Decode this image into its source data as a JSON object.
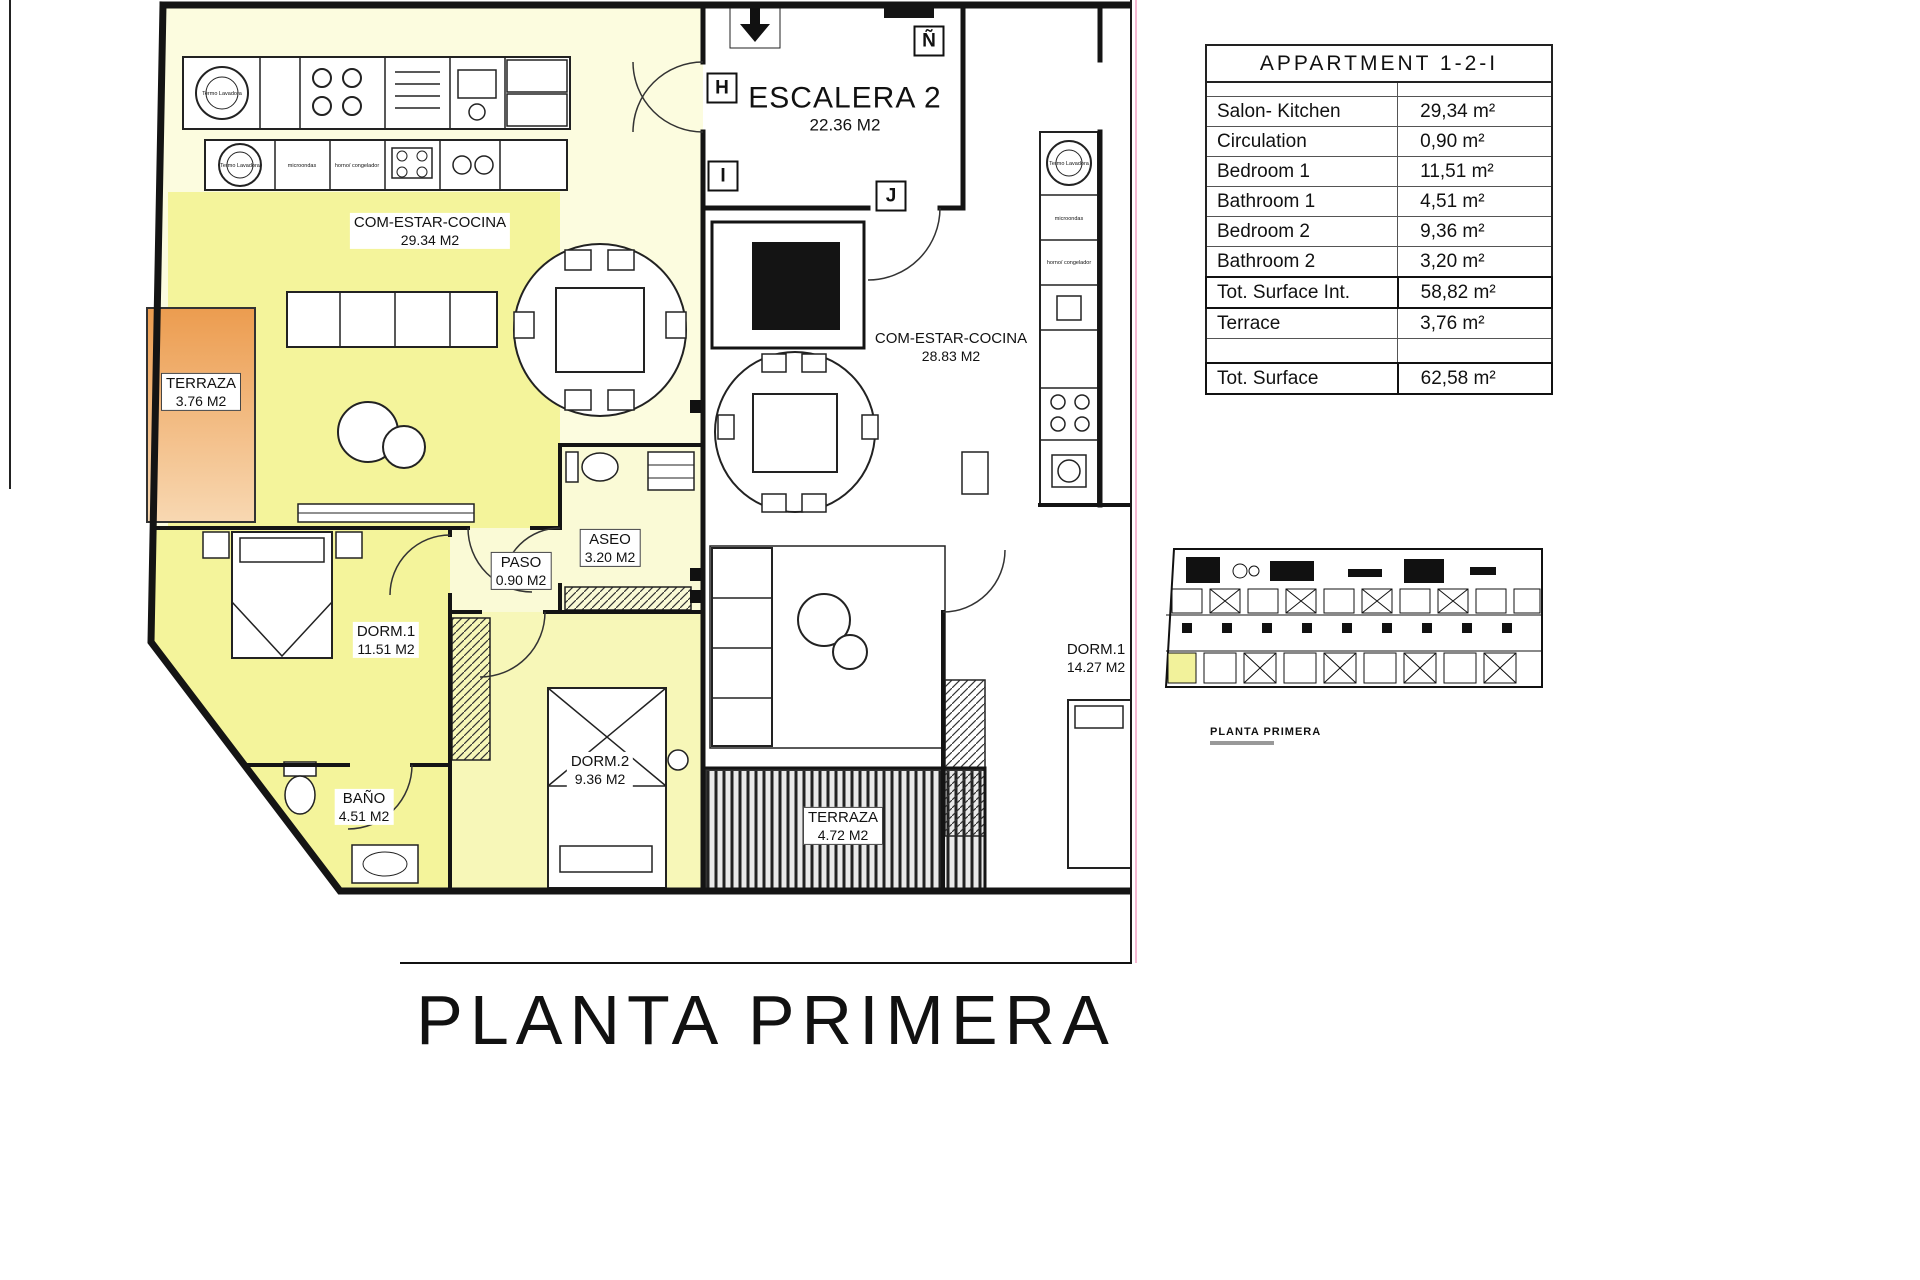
{
  "colors": {
    "highlight_yellow": "#F4F49B",
    "highlight_pale": "#FCFCDF",
    "terrace_orange": "#EC9C4F",
    "wall_black": "#141414",
    "pink_guide": "#F6B8D2"
  },
  "plan": {
    "rooms": [
      {
        "name": "TERRAZA",
        "area": "3.76 M2"
      },
      {
        "name": "COM-ESTAR-COCINA",
        "area": "29.34 M2"
      },
      {
        "name": "DORM.1",
        "area": "11.51 M2"
      },
      {
        "name": "PASO",
        "area": "0.90 M2"
      },
      {
        "name": "ASEO",
        "area": "3.20 M2"
      },
      {
        "name": "BAÑO",
        "area": "4.51 M2"
      },
      {
        "name": "DORM.2",
        "area": "9.36 M2"
      },
      {
        "name": "ESCALERA 2",
        "area": "22.36 M2"
      },
      {
        "name": "COM-ESTAR-COCINA",
        "area": "28.83 M2"
      },
      {
        "name": "DORM.1",
        "area": "14.27 M2"
      },
      {
        "name": "TERRAZA",
        "area": "4.72 M2"
      }
    ],
    "markers": [
      "H",
      "I",
      "J",
      "Ñ"
    ],
    "appliances": {
      "washer": "Termo Lavadora",
      "microwave": "microondas",
      "oven_freezer": "horno/ congelador"
    }
  },
  "table": {
    "title": "APPARTMENT 1-2-I",
    "rows": [
      {
        "label": "Salon- Kitchen",
        "value": "29,34 m²"
      },
      {
        "label": "Circulation",
        "value": "0,90 m²"
      },
      {
        "label": "Bedroom 1",
        "value": "11,51 m²"
      },
      {
        "label": "Bathroom 1",
        "value": "4,51 m²"
      },
      {
        "label": "Bedroom 2",
        "value": "9,36 m²"
      },
      {
        "label": "Bathroom 2",
        "value": "3,20 m²"
      },
      {
        "label": "Tot. Surface Int.",
        "value": "58,82 m²"
      },
      {
        "label": "Terrace",
        "value": "3,76 m²"
      },
      {
        "label": "Tot. Surface",
        "value": "62,58 m²"
      }
    ]
  },
  "minimap": {
    "caption": "PLANTA PRIMERA"
  },
  "footer": {
    "title": "PLANTA PRIMERA"
  }
}
